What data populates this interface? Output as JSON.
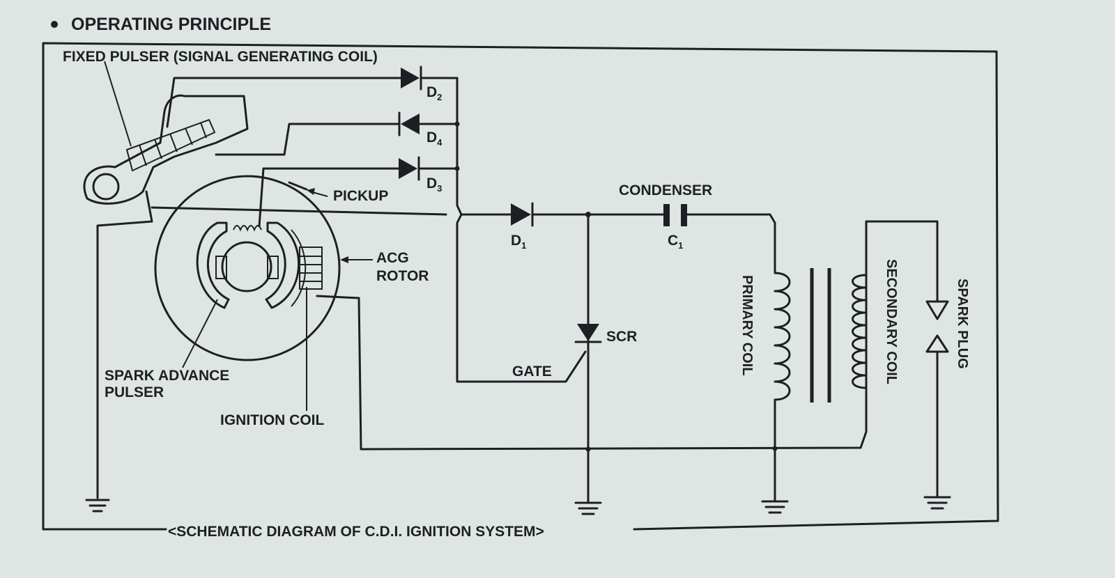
{
  "heading": "OPERATING PRINCIPLE",
  "caption": "<SCHEMATIC DIAGRAM OF C.D.I. IGNITION SYSTEM>",
  "labels": {
    "fixed_pulser": "FIXED PULSER (SIGNAL GENERATING COIL)",
    "d2": "D",
    "d2_sub": "2",
    "d4": "D",
    "d4_sub": "4",
    "d3": "D",
    "d3_sub": "3",
    "pickup": "PICKUP",
    "condenser": "CONDENSER",
    "d1": "D",
    "d1_sub": "1",
    "c1": "C",
    "c1_sub": "1",
    "acg": "ACG",
    "rotor": "ROTOR",
    "scr": "SCR",
    "gate": "GATE",
    "spark_advance": "SPARK ADVANCE",
    "pulser": "PULSER",
    "ignition_coil": "IGNITION COIL",
    "primary_coil": "PRIMARY COIL",
    "secondary_coil": "SECONDARY COIL",
    "spark_plug": "SPARK PLUG"
  },
  "colors": {
    "ink": "#1c2024",
    "paper": "#dfe5e2"
  }
}
